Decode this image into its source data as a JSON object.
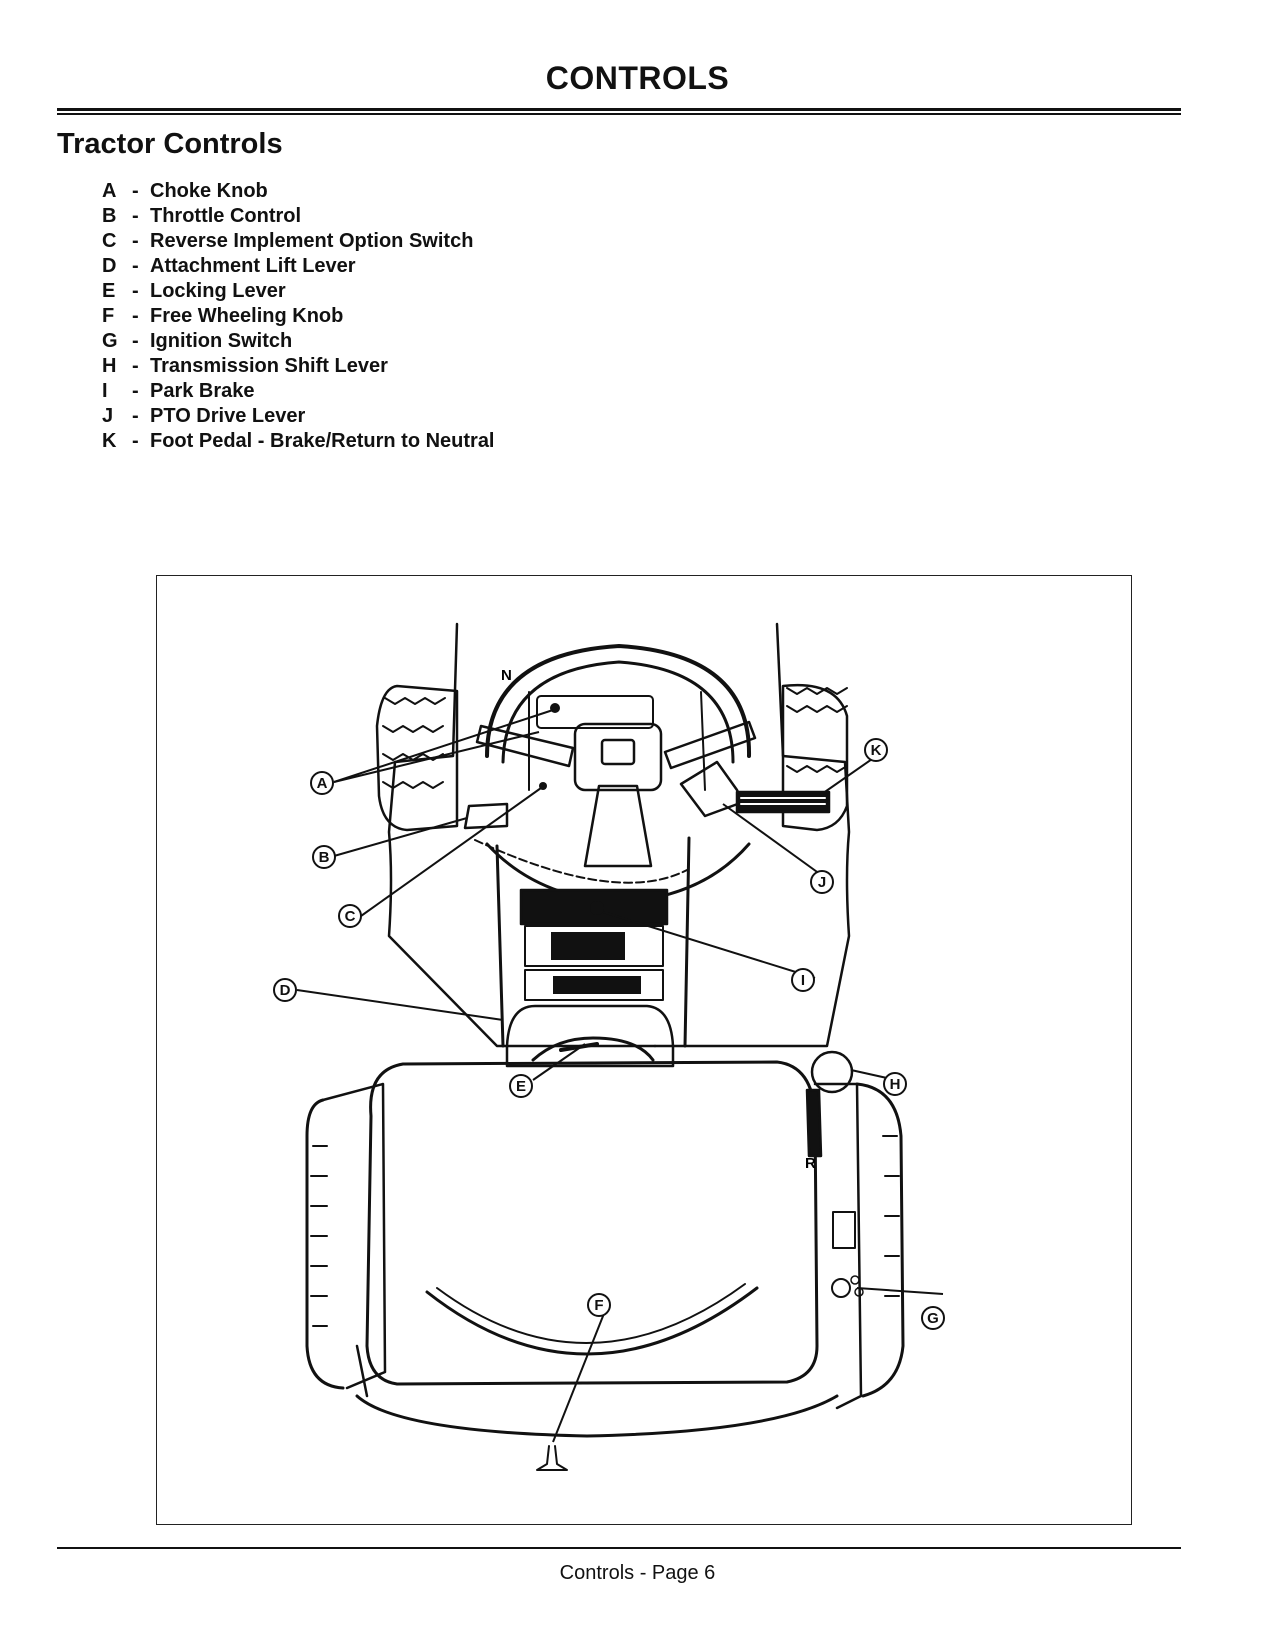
{
  "header": {
    "title": "CONTROLS"
  },
  "section": {
    "heading": "Tractor Controls"
  },
  "legend": [
    {
      "key": "A",
      "label": "Choke Knob"
    },
    {
      "key": "B",
      "label": "Throttle Control"
    },
    {
      "key": "C",
      "label": "Reverse Implement Option Switch"
    },
    {
      "key": "D",
      "label": "Attachment Lift Lever"
    },
    {
      "key": "E",
      "label": "Locking Lever"
    },
    {
      "key": "F",
      "label": "Free Wheeling Knob"
    },
    {
      "key": "G",
      "label": "Ignition Switch"
    },
    {
      "key": "H",
      "label": "Transmission Shift Lever"
    },
    {
      "key": "I",
      "label": "Park Brake"
    },
    {
      "key": "J",
      "label": "PTO Drive Lever"
    },
    {
      "key": "K",
      "label": "Foot Pedal - Brake/Return to Neutral"
    }
  ],
  "diagram": {
    "callouts": [
      "A",
      "B",
      "C",
      "D",
      "E",
      "F",
      "G",
      "H",
      "I",
      "J",
      "K"
    ],
    "panel_marks": {
      "neutral": "N",
      "reverse": "R"
    }
  },
  "footer": {
    "text": "Controls - Page 6"
  }
}
